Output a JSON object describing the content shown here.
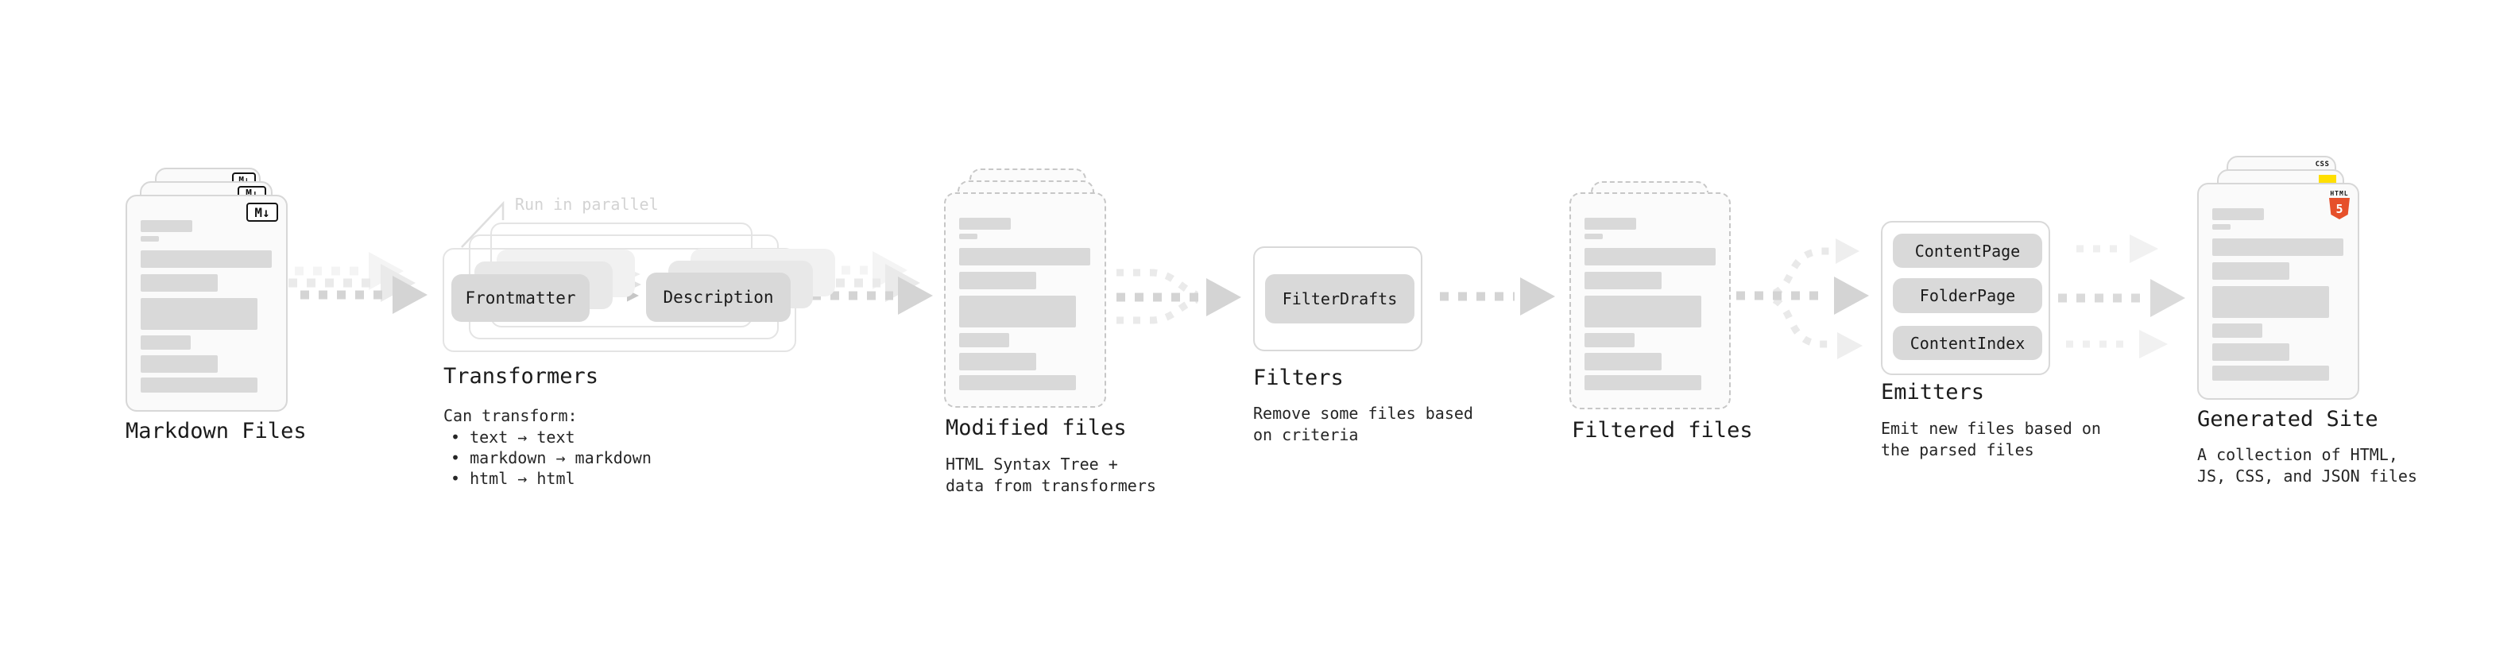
{
  "diagram": {
    "stages": {
      "markdown": {
        "label": "Markdown Files",
        "badge": "M↓"
      },
      "transformers": {
        "label": "Transformers",
        "note": "Run in parallel",
        "pill_frontmatter": "Frontmatter",
        "pill_description": "Description",
        "caption_title": "Can transform:",
        "bullet_1": "• text → text",
        "bullet_2": "• markdown → markdown",
        "bullet_3": "• html → html"
      },
      "modified": {
        "label": "Modified files",
        "caption_1": "HTML Syntax Tree +",
        "caption_2": "data from transformers"
      },
      "filters": {
        "label": "Filters",
        "pill_filterdrafts": "FilterDrafts",
        "caption_1": "Remove some files based",
        "caption_2": "on criteria"
      },
      "filtered": {
        "label": "Filtered files"
      },
      "emitters": {
        "label": "Emitters",
        "pill_contentpage": "ContentPage",
        "pill_folderpage": "FolderPage",
        "pill_contentindex": "ContentIndex",
        "caption_1": "Emit new files based on",
        "caption_2": "the parsed files"
      },
      "generated": {
        "label": "Generated Site",
        "caption_1": "A collection of HTML,",
        "caption_2": "JS, CSS, and JSON files",
        "badge_html_text": "HTML",
        "badge_html_number": "5",
        "badge_css": "CSS"
      }
    },
    "colors": {
      "arrow_gray": "#d4d4d4",
      "html5_orange": "#e6502b",
      "js_yellow": "#ffdf00",
      "css_blue": "#2d6ae3"
    }
  }
}
